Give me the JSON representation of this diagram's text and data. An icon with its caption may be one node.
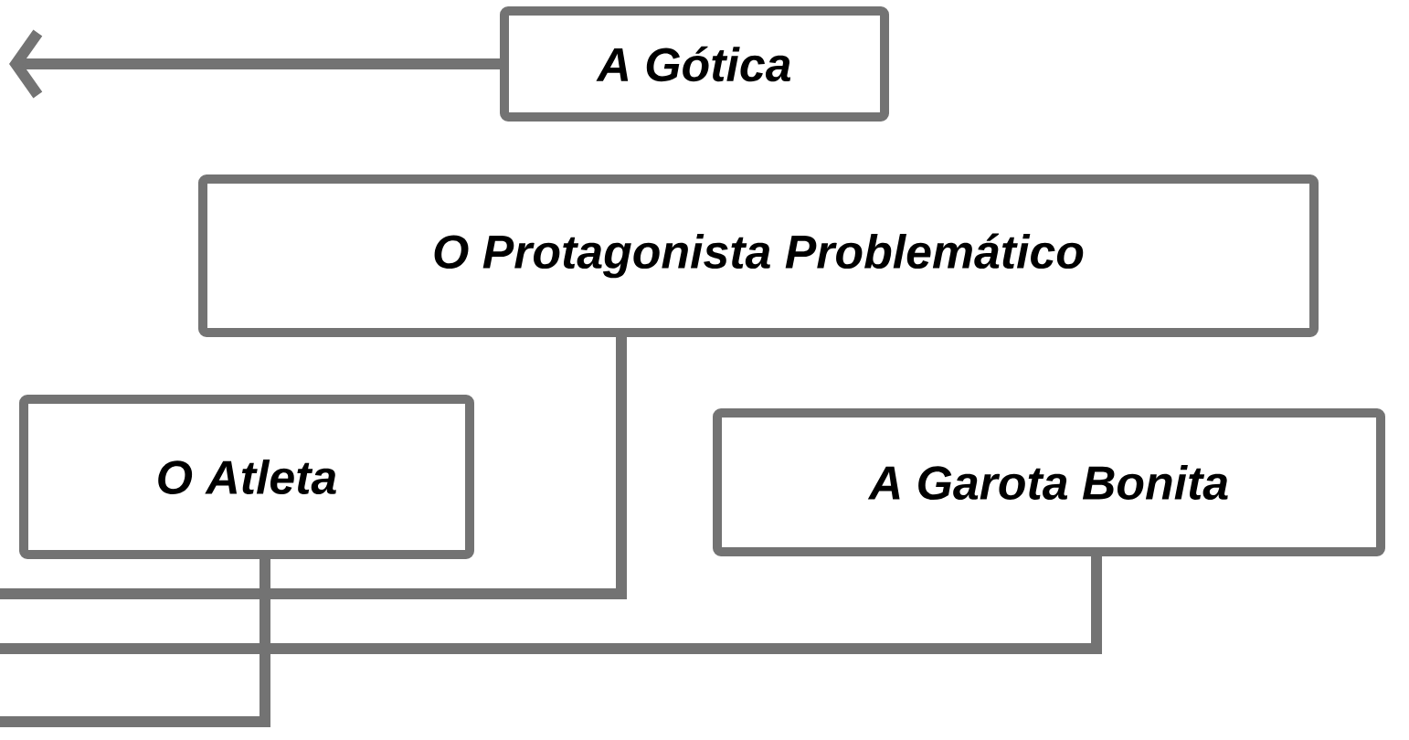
{
  "diagram": {
    "nodes": [
      {
        "text": [
          "A Gótica"
        ]
      },
      {
        "text": [
          "O Protagonista Problemático"
        ]
      },
      {
        "text": [
          "O Atleta"
        ]
      },
      {
        "text": [
          "A Garota Bonita"
        ]
      }
    ],
    "edges": [
      {
        "from": 0,
        "to": null,
        "arrow": "to"
      },
      {
        "from": 1,
        "to": null,
        "arrow": "none"
      },
      {
        "from": 3,
        "to": null,
        "arrow": "none"
      },
      {
        "from": 2,
        "to": null,
        "arrow": "none"
      }
    ]
  }
}
